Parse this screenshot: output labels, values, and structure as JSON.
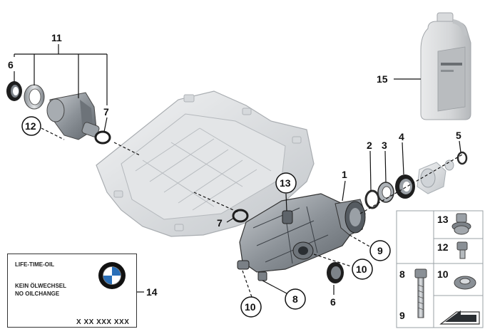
{
  "callouts": {
    "n1": "1",
    "n2": "2",
    "n3": "3",
    "n4": "4",
    "n5": "5",
    "n6a": "6",
    "n6b": "6",
    "n7a": "7",
    "n7b": "7",
    "n8": "8",
    "n9": "9",
    "n10a": "10",
    "n10b": "10",
    "n11": "11",
    "n12": "12",
    "n13": "13",
    "n14": "14",
    "n15": "15"
  },
  "label_card": {
    "line1": "LIFE-TIME-OIL",
    "line2": "KEIN ÖLWECHSEL",
    "line3": "NO OILCHANGE",
    "part_number": "X XX XXX XXX",
    "logo_text": "BMW"
  },
  "hardware_panel": {
    "n13": "13",
    "n12": "12",
    "n8": "8",
    "n10": "10",
    "n9": "9"
  },
  "colors": {
    "housing": "#c8ccd0",
    "housing_dark": "#7d8389",
    "seal": "#1e1e1e",
    "line": "#111111"
  }
}
